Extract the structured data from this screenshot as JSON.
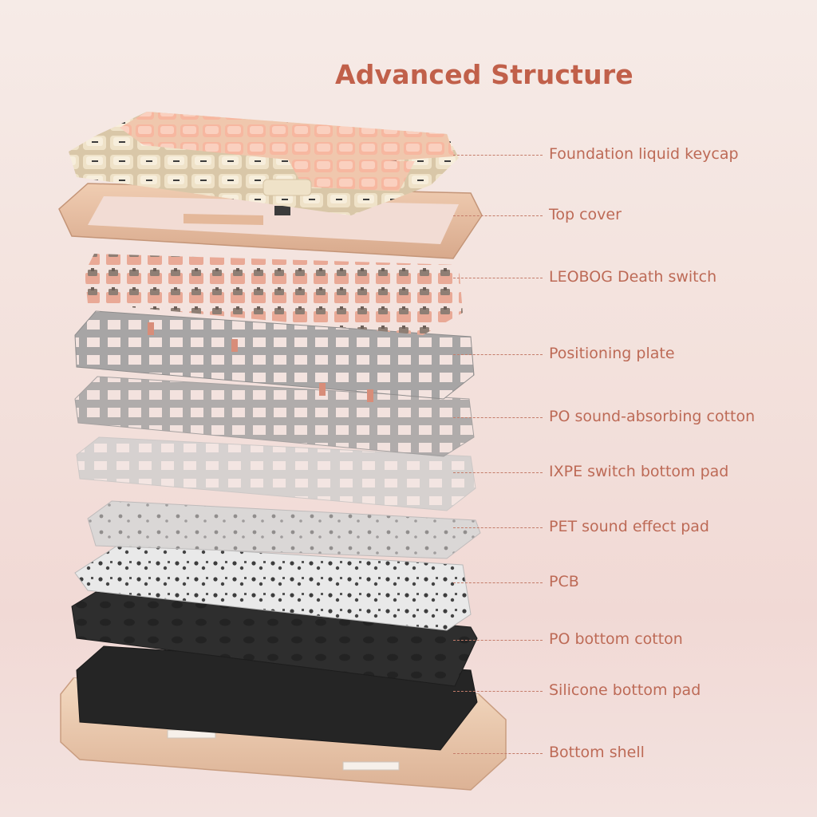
{
  "title": "Advanced Structure",
  "colors": {
    "title": "#c1604a",
    "label": "#bd6a56",
    "leader": "#c47c6a",
    "keycap_peach": "#f4b8a2",
    "keycap_cream": "#efe1c6",
    "frame": "#eac3a6",
    "switch_body": "#e8a58f",
    "plate_gray": "#9a9a9a",
    "pcb_light": "#e6e6e6",
    "cotton_black": "#2f2f2f",
    "shell": "#efcfb0"
  },
  "layers": [
    {
      "label": "Foundation liquid keycap"
    },
    {
      "label": "Top cover"
    },
    {
      "label": "LEOBOG Death switch"
    },
    {
      "label": "Positioning plate"
    },
    {
      "label": "PO sound-absorbing cotton"
    },
    {
      "label": "IXPE switch bottom pad"
    },
    {
      "label": "PET sound effect pad"
    },
    {
      "label": "PCB"
    },
    {
      "label": "PO bottom cotton"
    },
    {
      "label": "Silicone bottom pad"
    },
    {
      "label": "Bottom shell"
    }
  ]
}
